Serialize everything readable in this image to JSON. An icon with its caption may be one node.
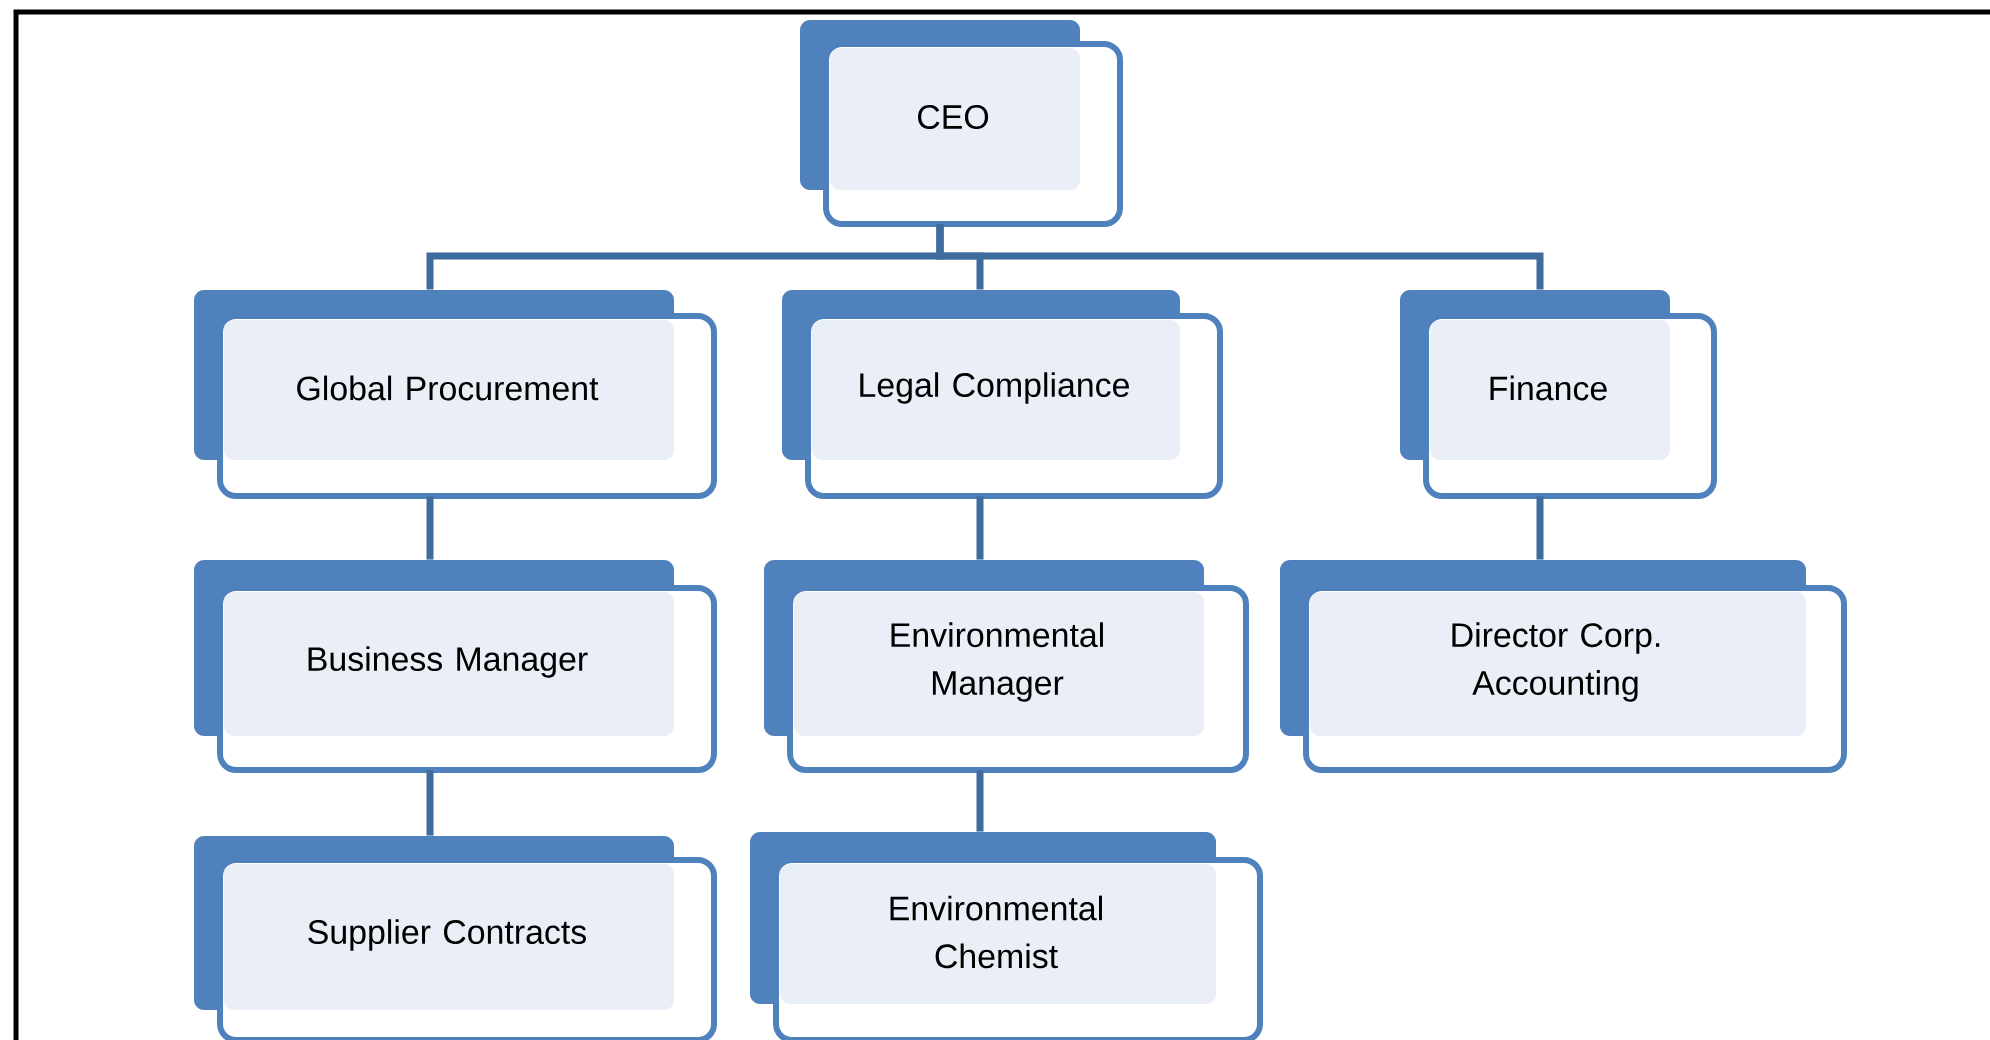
{
  "diagram": {
    "nodes": [
      {
        "text": [
          "CEO"
        ]
      },
      {
        "text": [
          "Global Procurement"
        ]
      },
      {
        "text": [
          "Legal Compliance"
        ]
      },
      {
        "text": [
          "Finance"
        ]
      },
      {
        "text": [
          "Business Manager"
        ]
      },
      {
        "text": [
          "Environmental Manager"
        ]
      },
      {
        "text": [
          "Director Corp. Accounting"
        ]
      },
      {
        "text": [
          "Supplier Contracts"
        ]
      },
      {
        "text": [
          "Environmental Chemist"
        ]
      }
    ],
    "edges": [
      {
        "from": 0,
        "to": 1,
        "arrow": "none"
      },
      {
        "from": 0,
        "to": 2,
        "arrow": "none"
      },
      {
        "from": 0,
        "to": 3,
        "arrow": "none"
      },
      {
        "from": 1,
        "to": 4,
        "arrow": "none"
      },
      {
        "from": 2,
        "to": 5,
        "arrow": "none"
      },
      {
        "from": 3,
        "to": 6,
        "arrow": "none"
      },
      {
        "from": 4,
        "to": 7,
        "arrow": "none"
      },
      {
        "from": 5,
        "to": 8,
        "arrow": "none"
      }
    ]
  }
}
